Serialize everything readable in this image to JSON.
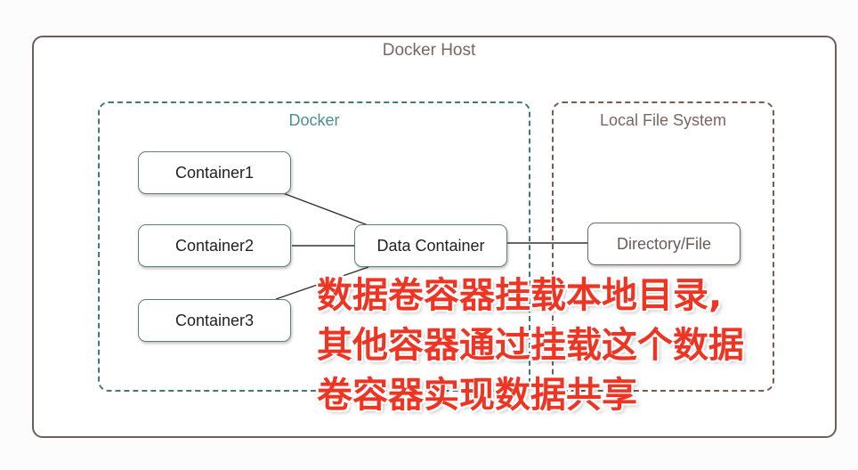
{
  "diagram": {
    "host_title": "Docker Host",
    "docker_label": "Docker",
    "lfs_label": "Local File System",
    "nodes": {
      "container1": "Container1",
      "container2": "Container2",
      "container3": "Container3",
      "data_container": "Data Container",
      "directory_file": "Directory/File"
    },
    "edges": [
      [
        "container1",
        "data_container"
      ],
      [
        "container2",
        "data_container"
      ],
      [
        "container3",
        "data_container"
      ],
      [
        "data_container",
        "directory_file"
      ]
    ]
  },
  "caption": {
    "lines": [
      "数据卷容器挂载本地目录,",
      "其他容器通过挂载这个数据",
      "卷容器实现数据共享"
    ],
    "color": "#ee3524"
  }
}
